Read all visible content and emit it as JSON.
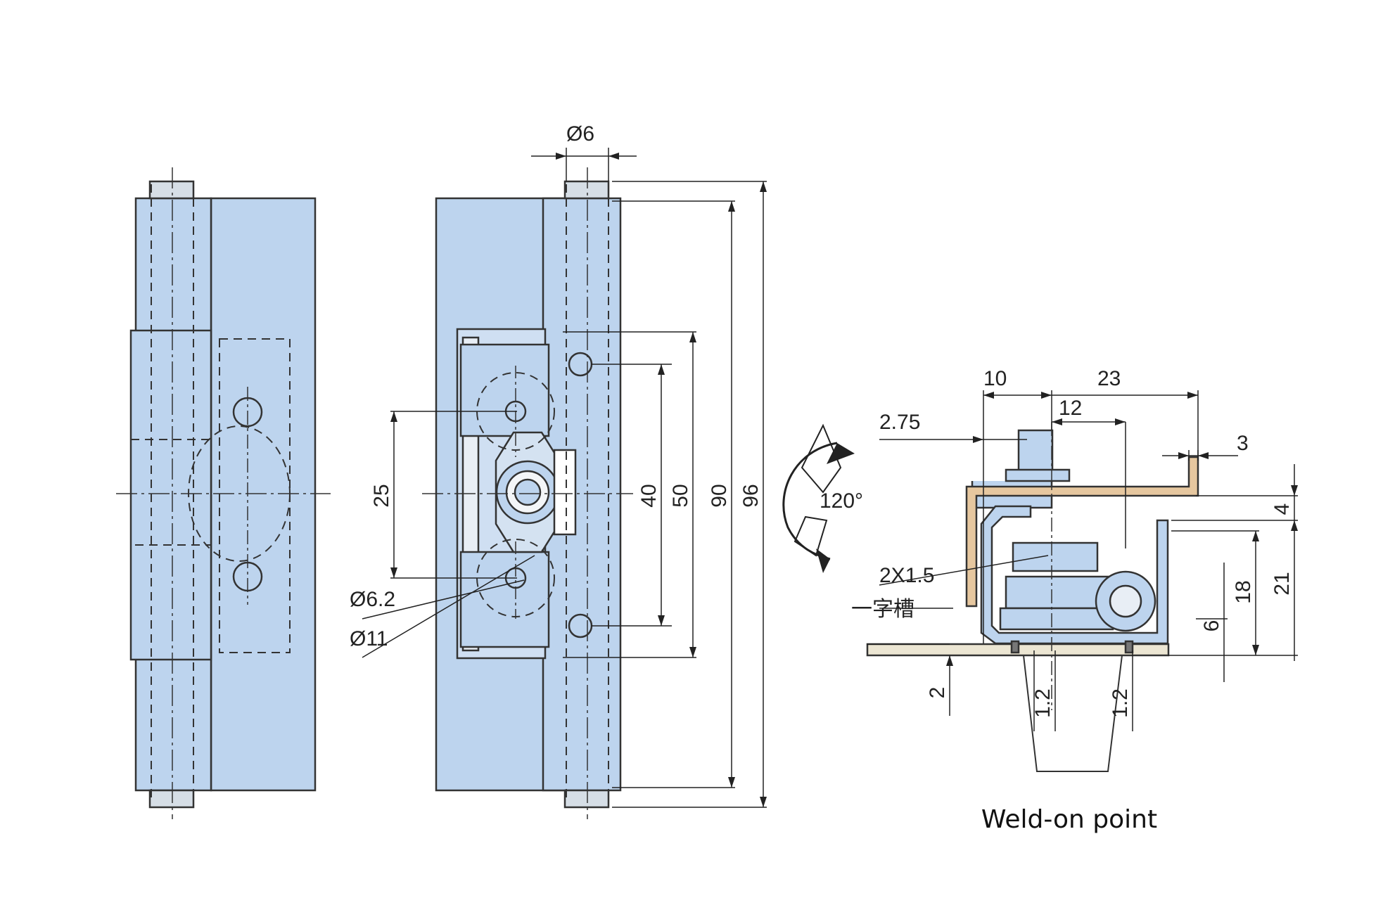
{
  "colors": {
    "part_fill": "#bdd4ee",
    "bracket_fill": "#e6c79f",
    "base_plate": "#ece6d3",
    "line": "#333333"
  },
  "dimensions": {
    "phi6": "Ø6",
    "d25": "25",
    "d40": "40",
    "d50": "50",
    "d90": "90",
    "d96": "96",
    "phi62": "Ø6.2",
    "phi11": "Ø11",
    "angle": "120°",
    "d10": "10",
    "d23": "23",
    "d12": "12",
    "d275": "2.75",
    "d3": "3",
    "d4": "4",
    "d18": "18",
    "d21": "21",
    "d6": "6",
    "d2": "2",
    "d12a": "1.2",
    "d12b": "1.2",
    "slot_size": "2X1.5",
    "slot_label": "一字槽"
  },
  "caption": "Weld-on point"
}
